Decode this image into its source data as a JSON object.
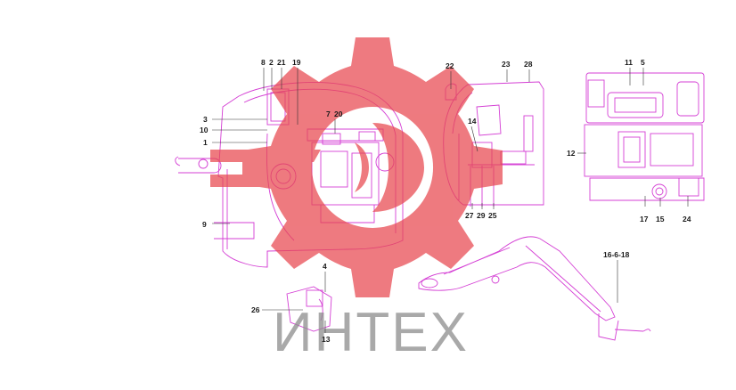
{
  "diagram": {
    "callouts": {
      "c1": "1",
      "c2": "2",
      "c3": "3",
      "c4": "4",
      "c5": "5",
      "c7": "7",
      "c8": "8",
      "c9": "9",
      "c10": "10",
      "c11": "11",
      "c12": "12",
      "c13": "13",
      "c14": "14",
      "c15": "15",
      "c16": "16-6-18",
      "c17": "17",
      "c19": "19",
      "c20": "20",
      "c21": "21",
      "c22": "22",
      "c23": "23",
      "c24": "24",
      "c25": "25",
      "c26": "26",
      "c27": "27",
      "c28": "28",
      "c29": "29"
    },
    "line_color": "#d43fd4",
    "leader_color": "#333333"
  },
  "watermark": {
    "text": "ИНТЕХ",
    "gear_color": "#e8474f",
    "text_color": "#8c8c8c"
  }
}
